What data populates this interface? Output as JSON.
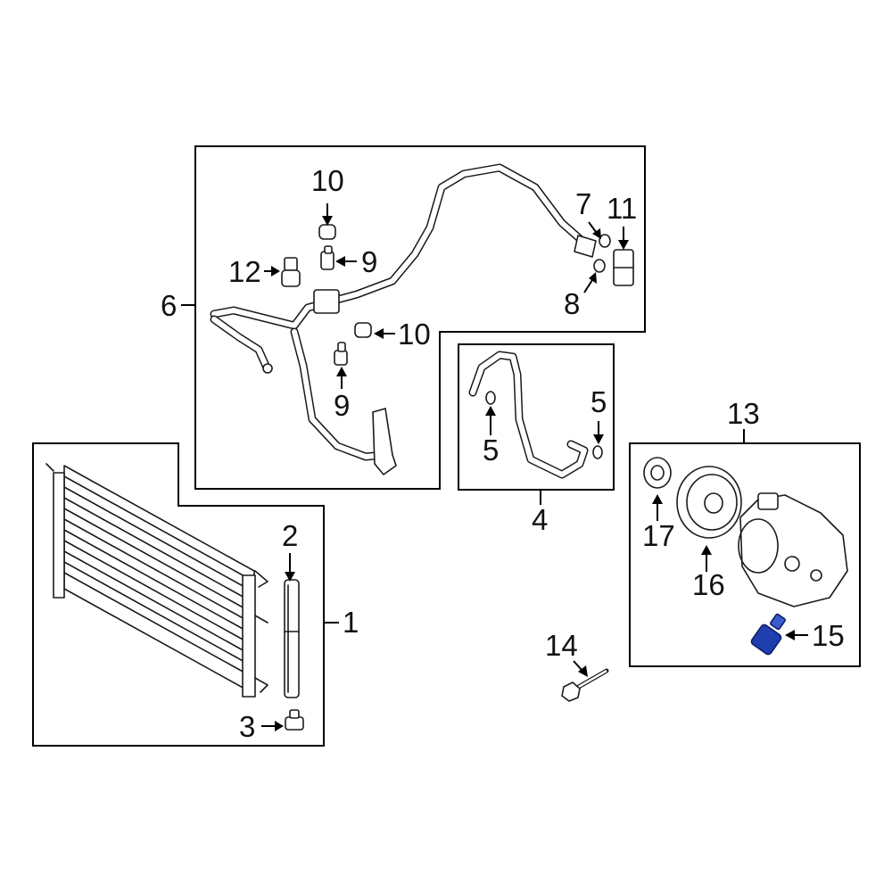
{
  "diagram": {
    "callouts": {
      "c1": "1",
      "c2": "2",
      "c3": "3",
      "c4": "4",
      "c5a": "5",
      "c5b": "5",
      "c6": "6",
      "c7": "7",
      "c8": "8",
      "c9a": "9",
      "c9b": "9",
      "c10a": "10",
      "c10b": "10",
      "c11": "11",
      "c12": "12",
      "c13": "13",
      "c14": "14",
      "c15": "15",
      "c16": "16",
      "c17": "17"
    },
    "highlight_color": "#1f3fb0",
    "line_color": "#1a1a1a"
  }
}
